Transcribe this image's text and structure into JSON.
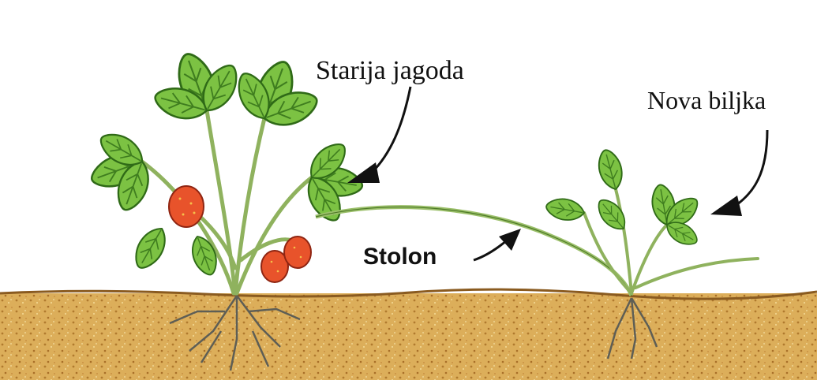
{
  "labels": {
    "old_plant": "Starija jagoda",
    "new_plant": "Nova biljka",
    "runner": "Stolon"
  },
  "colors": {
    "leaf": "#7cc243",
    "leaf_dark": "#3f7d1f",
    "stem": "#9bbf6a",
    "fruit": "#e8532b",
    "soil": "#d9a64f",
    "soil_dark": "#a8732b",
    "root": "#6a6a60"
  }
}
